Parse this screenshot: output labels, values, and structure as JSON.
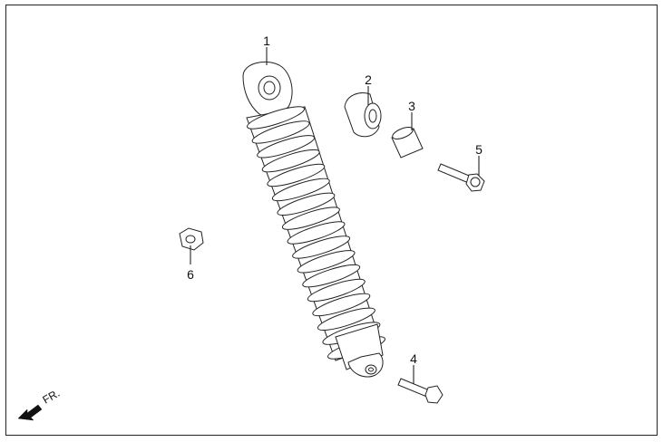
{
  "callouts": [
    {
      "id": "1",
      "label": "1"
    },
    {
      "id": "2",
      "label": "2"
    },
    {
      "id": "3",
      "label": "3"
    },
    {
      "id": "4",
      "label": "4"
    },
    {
      "id": "5",
      "label": "5"
    },
    {
      "id": "6",
      "label": "6"
    }
  ],
  "direction": {
    "label": "FR."
  }
}
